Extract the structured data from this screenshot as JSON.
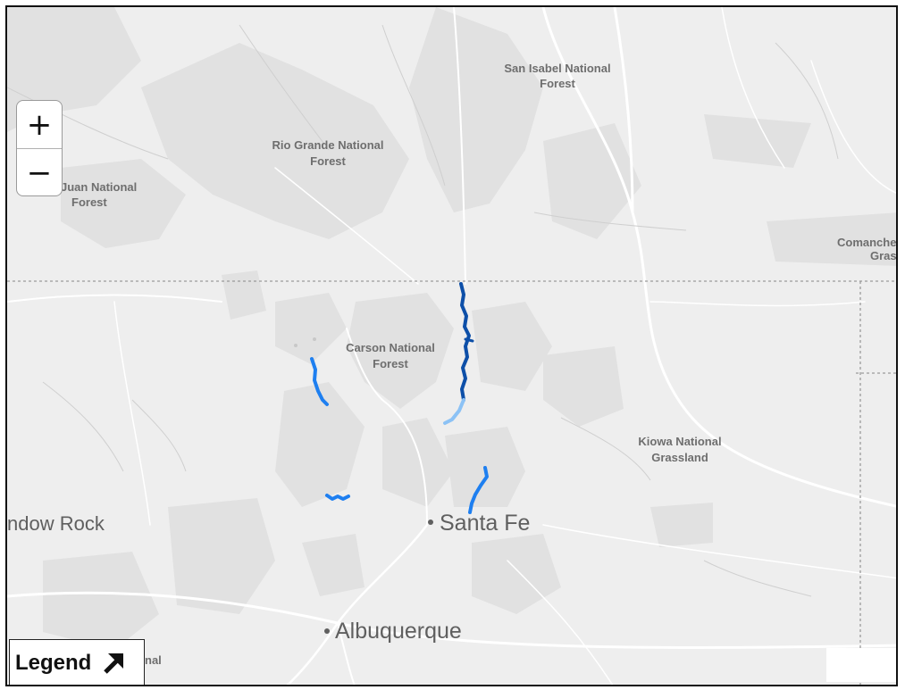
{
  "map": {
    "labels": {
      "san_isabel_line1": "San Isabel National",
      "san_isabel_line2": "Forest",
      "rio_grande_line1": "Rio Grande National",
      "rio_grande_line2": "Forest",
      "san_juan_line1": "Juan National",
      "san_juan_line2": "Forest",
      "comanche_line1": "Comanche",
      "comanche_line2": "Grass",
      "carson_line1": "Carson National",
      "carson_line2": "Forest",
      "kiowa_line1": "Kiowa National",
      "kiowa_line2": "Grassland",
      "window_rock": "ndow Rock",
      "santa_fe": "Santa Fe",
      "albuquerque": "Albuquerque",
      "cut_label": "nal"
    },
    "colors": {
      "base": "#eeeeee",
      "land_shade": "#e0e0e0",
      "roads": "#ffffff",
      "border": "#9a9a9a",
      "river_dark": "#0d4fa8",
      "river_bright": "#1e7ff0",
      "river_light": "#8cc2f5"
    }
  },
  "controls": {
    "zoom_in": "+",
    "zoom_out": "−"
  },
  "legend": {
    "label": "Legend",
    "icon": "arrow-up-right-icon"
  }
}
